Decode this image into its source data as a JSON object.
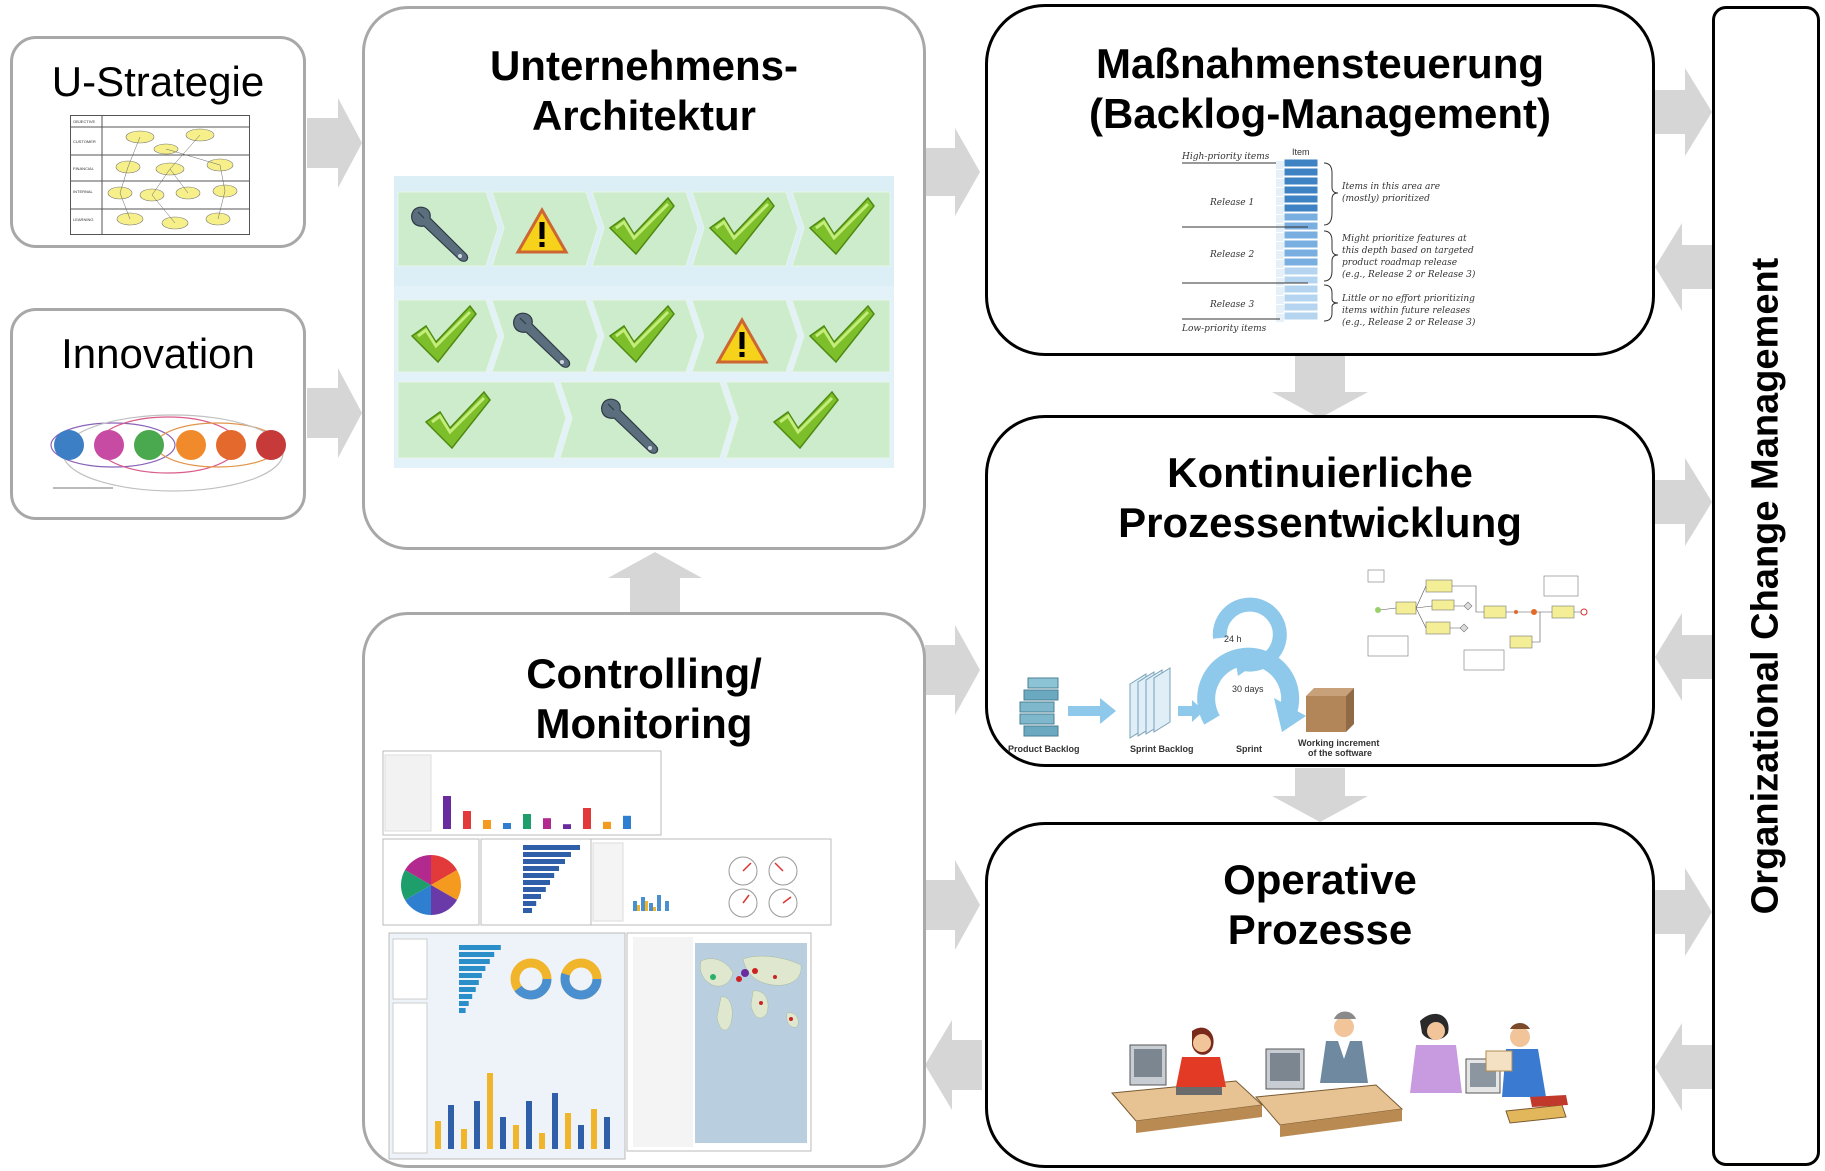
{
  "colors": {
    "arrow": "#d6d6d6",
    "box_border_light": "#a8a8a8",
    "box_border_dark": "#000000",
    "check_green": "#7cbf2a",
    "warning_yellow": "#f6d31a",
    "wrench_gray": "#5a6e7e",
    "backlog_blue": "#6aa6d8",
    "scrum_blue": "#8ec8ea"
  },
  "u_strategie": {
    "title": "U-Strategie"
  },
  "innovation": {
    "title": "Innovation"
  },
  "unternehmens_architektur": {
    "title_line1": "Unternehmens-",
    "title_line2": "Architektur",
    "status_rows": [
      [
        "wrench",
        "warning",
        "check",
        "check",
        "check"
      ],
      [
        "check",
        "wrench",
        "check",
        "warning",
        "check"
      ],
      [
        "check",
        "wrench",
        "check"
      ]
    ]
  },
  "massnahmensteuerung": {
    "title_line1": "Maßnahmensteuerung",
    "title_line2": "(Backlog-Management)",
    "backlog_figure": {
      "high_priority": "High-priority items",
      "low_priority": "Low-priority items",
      "item_header": "Item",
      "release1": "Release 1",
      "release2": "Release 2",
      "release3": "Release 3",
      "note1_line1": "Items in this area are",
      "note1_line2": "(mostly) prioritized",
      "note2_line1": "Might prioritize features at",
      "note2_line2": "this depth based on targeted",
      "note2_line3": "product roadmap release",
      "note2_line4": "(e.g., Release 2 or Release 3)",
      "note3_line1": "Little or no effort prioritizing",
      "note3_line2": "items within future releases",
      "note3_line3": "(e.g., Release 2 or Release 3)"
    }
  },
  "kontinuierliche": {
    "title_line1": "Kontinuierliche",
    "title_line2": "Prozessentwicklung",
    "scrum": {
      "product_backlog": "Product Backlog",
      "sprint_backlog": "Sprint Backlog",
      "sprint": "Sprint",
      "increment_line1": "Working increment",
      "increment_line2": "of the software",
      "daily": "24 h",
      "sprint_length": "30 days"
    }
  },
  "controlling": {
    "title_line1": "Controlling/",
    "title_line2": "Monitoring",
    "bar_values": [
      0.55,
      0.3,
      0.15,
      0.1,
      0.25,
      0.18,
      0.08,
      0.35,
      0.12,
      0.22
    ],
    "hbar_values": [
      0.95,
      0.8,
      0.7,
      0.6,
      0.52,
      0.45,
      0.38,
      0.3,
      0.22,
      0.15
    ],
    "bottom_bars": [
      0.35,
      0.55,
      0.25,
      0.6,
      0.95,
      0.4,
      0.3,
      0.6,
      0.2,
      0.7,
      0.45,
      0.3,
      0.5,
      0.4
    ]
  },
  "operative": {
    "title_line1": "Operative",
    "title_line2": "Prozesse"
  },
  "change_management": {
    "label": "Organizational Change Management"
  }
}
